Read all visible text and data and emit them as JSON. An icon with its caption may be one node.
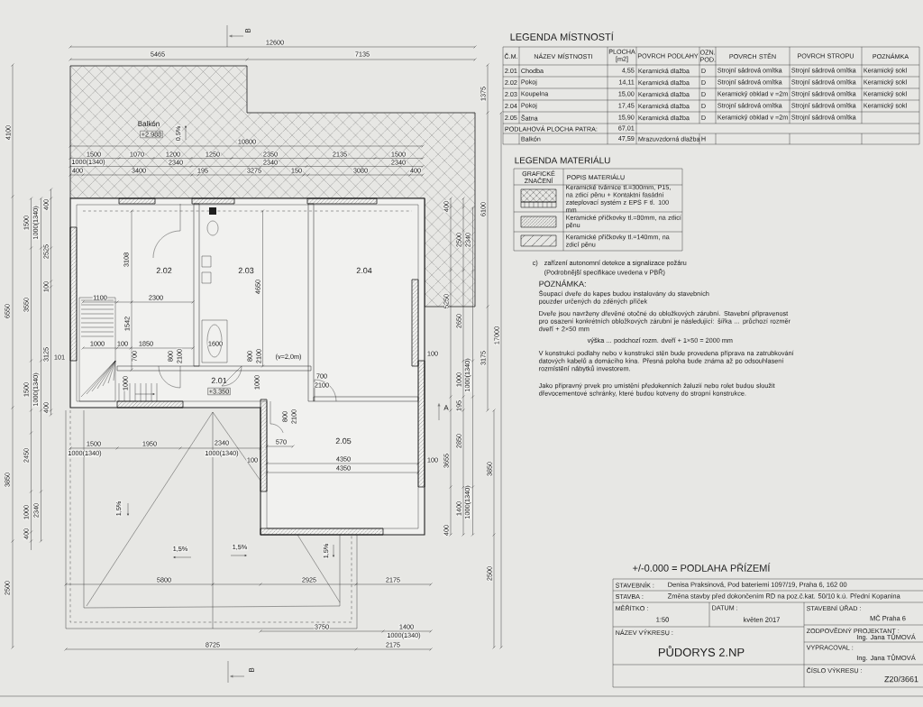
{
  "diagram": {
    "labels": [
      "B",
      "12600",
      "5465",
      "7135",
      "1375",
      "Balkón",
      "4100",
      "+2.988",
      "0,5%",
      "10800",
      "1500",
      "1070",
      "1200",
      "1250",
      "2350",
      "2135",
      "1500",
      "1000(1340)",
      "2340",
      "2340",
      "2340",
      "400",
      "3400",
      "195",
      "3275",
      "150",
      "3080",
      "400",
      "400",
      "400",
      "6100",
      "1500",
      "1000(1340)",
      "2500",
      "2340",
      "2525",
      "3108",
      "2.02",
      "2.03",
      "2.04",
      "100",
      "4650",
      "3550",
      "1100",
      "2300",
      "5250",
      "6550",
      "1542",
      "2650",
      "17000",
      "1000",
      "100",
      "1850",
      "1600",
      "3125",
      "101",
      "700",
      "800",
      "2100",
      "800",
      "2100",
      "(v=2,0m)",
      "100",
      "3175",
      "1000",
      "2.01",
      "1000",
      "700",
      "1000",
      "1000(1340)",
      "1500",
      "1000(1340)",
      "+3.350",
      "2100",
      "400",
      "A",
      "195",
      "800",
      "2100",
      "1500",
      "1950",
      "2340",
      "570",
      "2.05",
      "2850",
      "2450",
      "1000(1340)",
      "1000(1340)",
      "100",
      "4350",
      "100",
      "3655",
      "4350",
      "3850",
      "3850",
      "1000",
      "2340",
      "1,5%",
      "1400",
      "1000(1340)",
      "400",
      "400",
      "1,5%",
      "1,5%",
      "1,5%",
      "2500",
      "5800",
      "2925",
      "2175",
      "2500",
      "3750",
      "1400",
      "1000(1340)",
      "8725",
      "2175",
      "B",
      "LEGENDA MÍSTNOSTÍ",
      "Č.M.",
      "NÁZEV MÍSTNOSTI",
      "PLOCHA [m2]",
      "POVRCH PODLAHY",
      "OZN. POD.",
      "POVRCH STĚN",
      "POVRCH STROPU",
      "POZNÁMKA",
      "2.01",
      "Chodba",
      "4,55",
      "Keramická dlažba",
      "D",
      "Strojní sádrová omítka",
      "Strojní sádrová omítka",
      "Keramický sokl",
      "2.02",
      "Pokoj",
      "14,11",
      "Keramická dlažba",
      "D",
      "Strojní sádrová omítka",
      "Strojní sádrová omítka",
      "Keramický sokl",
      "2.03",
      "Koupelna",
      "15,00",
      "Keramická dlažba",
      "D",
      "Keramický obklad v =2m",
      "Strojní sádrová omítka",
      "Keramický sokl",
      "2.04",
      "Pokoj",
      "17,45",
      "Keramická dlažba",
      "D",
      "Strojní sádrová omítka",
      "Strojní sádrová omítka",
      "Keramický sokl",
      "2.05",
      "Šatna",
      "15,90",
      "Keramická dlažba",
      "D",
      "Keramický obklad v =2m",
      "Strojní sádrová omítka",
      "PODLAHOVÁ PLOCHA PATRA:",
      "67,01",
      "Balkón",
      "47,59",
      "Mrazuvzdorná dlažba",
      "H",
      "LEGENDA MATERIÁLU",
      "GRAFICKÉ ZNAČENÍ",
      "POPIS MATERIÁLU",
      "Keramické tvárnice tl.=300mm, P15, na zdicí pěnu + Kontaktní fasádní zateplovací systém z EPS F tl. 100 mm",
      "Keramické příčkovky tl.=80mm, na zdicí pěnu",
      "Keramické příčkovky tl.=140mm, na zdicí pěnu",
      "c)",
      "zařízení autonomní detekce a signalizace požáru",
      "(Podrobnější specifikace uvedena v PBŘ)",
      "POZNÁMKA:",
      "Šoupací dveře do kapes budou instalovány do stavebních pouzder určených do zděných příček",
      "Dveře jsou navrženy dřevěné otočné do obložkových zárubní. Stavební připravenost pro osazení konkrétních obložkových zárubní je následující: šířka ... průchozí rozměr dveří + 2×50 mm",
      "výška ... podchozí rozm. dveří + 1×50 = 2000 mm",
      "V konstrukci podlahy nebo v konstrukci stěn bude provedena příprava na zatrubkování datových kabelů a domácího kina. Přesná poloha bude známa až po odsouhlasení rozmístění nábytků investorem.",
      "Jako přípravný prvek pro umístění předokenních žaluzií nebo rolet budou sloužit dřevocementové schránky, které budou kotveny do stropní konstrukce.",
      "+/-0.000 = PODLAHA PŘÍZEMÍ",
      "STAVEBNÍK :",
      "Denisa Praksinová, Pod bateriemi 1097/19, Praha 6, 162 00",
      "STAVBA :",
      "Změna stavby před dokončením RD na poz.č.kat. 50/10 k.ú. Přední Kopanina",
      "MĚŘÍTKO :",
      "1:50",
      "DATUM :",
      "květen 2017",
      "STAVEBNÍ ÚŘAD :",
      "MČ Praha 6",
      "ZODPOVĚDNÝ PROJEKTANT :",
      "Ing. Jana TŮMOVÁ",
      "VYPRACOVAL :",
      "Ing. Jana TŮMOVÁ",
      "NÁZEV VÝKRESU :",
      "PŮDORYS 2.NP",
      "ČÍSLO VÝKRESU :",
      "Z20/3661"
    ]
  }
}
